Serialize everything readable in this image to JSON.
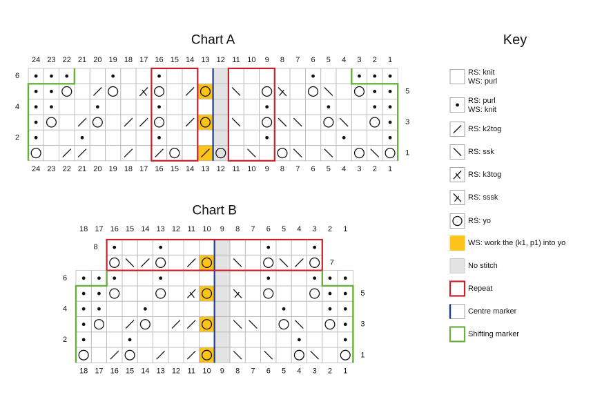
{
  "chart_a": {
    "title": "Chart A",
    "column_numbers": [
      24,
      23,
      22,
      21,
      20,
      19,
      18,
      17,
      16,
      15,
      14,
      13,
      12,
      11,
      10,
      9,
      8,
      7,
      6,
      5,
      4,
      3,
      2,
      1
    ],
    "row_labels_left": [
      "6",
      "4",
      "2"
    ],
    "row_labels_right": [
      "5",
      "3",
      "1"
    ],
    "rows": [
      {
        "n": 6,
        "cells": [
          "d",
          "d",
          "d",
          "",
          "",
          "d",
          "",
          "",
          "d",
          "",
          "",
          "",
          "",
          "",
          "",
          "",
          "",
          "",
          "d",
          "",
          "",
          "d",
          "d",
          "d"
        ]
      },
      {
        "n": 5,
        "cells": [
          "d",
          "d",
          "o",
          "",
          "l",
          "o",
          "",
          "k",
          "o",
          "",
          "l",
          "o",
          "",
          "r",
          "",
          "o",
          "s",
          "",
          "o",
          "r",
          "",
          "o",
          "d",
          "d"
        ]
      },
      {
        "n": 4,
        "cells": [
          "d",
          "d",
          "",
          "",
          "d",
          "",
          "",
          "",
          "d",
          "",
          "",
          "",
          "",
          "",
          "",
          "d",
          "",
          "",
          "",
          "d",
          "",
          "",
          "d",
          "d"
        ]
      },
      {
        "n": 3,
        "cells": [
          "d",
          "o",
          "",
          "l",
          "o",
          "",
          "l",
          "l",
          "o",
          "",
          "l",
          "o",
          "",
          "r",
          "",
          "o",
          "r",
          "r",
          "",
          "o",
          "r",
          "",
          "o",
          "d"
        ]
      },
      {
        "n": 2,
        "cells": [
          "d",
          "",
          "",
          "d",
          "",
          "",
          "",
          "",
          "d",
          "",
          "",
          "",
          "",
          "",
          "",
          "d",
          "",
          "",
          "",
          "",
          "d",
          "",
          "",
          "d"
        ]
      },
      {
        "n": 1,
        "cells": [
          "o",
          "",
          "l",
          "l",
          "",
          "",
          "l",
          "",
          "l",
          "o",
          "",
          "l",
          "o",
          "",
          "r",
          "",
          "o",
          "r",
          "",
          "r",
          "",
          "o",
          "r",
          "o"
        ]
      }
    ]
  },
  "chart_b": {
    "title": "Chart B",
    "column_numbers": [
      18,
      17,
      16,
      15,
      14,
      13,
      12,
      11,
      10,
      9,
      8,
      7,
      6,
      5,
      4,
      3,
      2,
      1
    ],
    "row_labels_left": [
      "8",
      "6",
      "4",
      "2"
    ],
    "row_labels_right": [
      "7",
      "5",
      "3",
      "1"
    ],
    "rows": [
      {
        "n": 8,
        "cells": [
          "",
          "",
          "d",
          "",
          "",
          "d",
          "",
          "",
          "",
          "",
          "",
          "",
          "d",
          "",
          "",
          "d",
          "",
          ""
        ]
      },
      {
        "n": 7,
        "cells": [
          "",
          "",
          "o",
          "r",
          "l",
          "o",
          "",
          "l",
          "o",
          "",
          "r",
          "",
          "o",
          "r",
          "l",
          "o",
          "",
          ""
        ]
      },
      {
        "n": 6,
        "cells": [
          "d",
          "d",
          "d",
          "",
          "",
          "d",
          "",
          "",
          "",
          "",
          "",
          "",
          "d",
          "",
          "",
          "d",
          "d",
          "d"
        ]
      },
      {
        "n": 5,
        "cells": [
          "d",
          "d",
          "o",
          "",
          "",
          "o",
          "",
          "k",
          "o",
          "",
          "s",
          "",
          "o",
          "",
          "",
          "o",
          "d",
          "d"
        ]
      },
      {
        "n": 4,
        "cells": [
          "d",
          "d",
          "",
          "",
          "d",
          "",
          "",
          "",
          "",
          "",
          "",
          "",
          "",
          "d",
          "",
          "",
          "d",
          "d"
        ]
      },
      {
        "n": 3,
        "cells": [
          "d",
          "o",
          "",
          "l",
          "o",
          "",
          "l",
          "l",
          "o",
          "",
          "r",
          "r",
          "",
          "o",
          "r",
          "",
          "o",
          "d"
        ]
      },
      {
        "n": 2,
        "cells": [
          "d",
          "",
          "",
          "d",
          "",
          "",
          "",
          "",
          "",
          "",
          "",
          "",
          "",
          "",
          "d",
          "",
          "",
          "d"
        ]
      },
      {
        "n": 1,
        "cells": [
          "o",
          "",
          "l",
          "o",
          "",
          "l",
          "",
          "l",
          "o",
          "",
          "r",
          "",
          "r",
          "",
          "o",
          "r",
          "",
          "o"
        ]
      }
    ]
  },
  "key": {
    "title": "Key",
    "items": [
      {
        "symbol": "blank",
        "text": "RS: knit",
        "text2": "WS: purl"
      },
      {
        "symbol": "dot",
        "text": "RS: purl",
        "text2": "WS: knit"
      },
      {
        "symbol": "k2tog",
        "text": "RS: k2tog",
        "text2": ""
      },
      {
        "symbol": "ssk",
        "text": "RS: ssk",
        "text2": ""
      },
      {
        "symbol": "k3tog",
        "text": "RS: k3tog",
        "text2": ""
      },
      {
        "symbol": "sssk",
        "text": "RS: sssk",
        "text2": ""
      },
      {
        "symbol": "yo",
        "text": "RS: yo",
        "text2": ""
      },
      {
        "symbol": "yellow",
        "text": "WS: work the (k1, p1) into yo",
        "text2": ""
      },
      {
        "symbol": "grey",
        "text": "No stitch",
        "text2": ""
      },
      {
        "symbol": "repeat",
        "text": "Repeat",
        "text2": ""
      },
      {
        "symbol": "centre",
        "text": "Centre marker",
        "text2": ""
      },
      {
        "symbol": "shift",
        "text": "Shifting marker",
        "text2": ""
      }
    ]
  },
  "colors": {
    "grid": "#b8b8b8",
    "yellow": "#fcc31a",
    "grey": "#e3e3e3",
    "repeat": "#c8202a",
    "centre": "#1f3d8c",
    "shift": "#6aae3b"
  }
}
